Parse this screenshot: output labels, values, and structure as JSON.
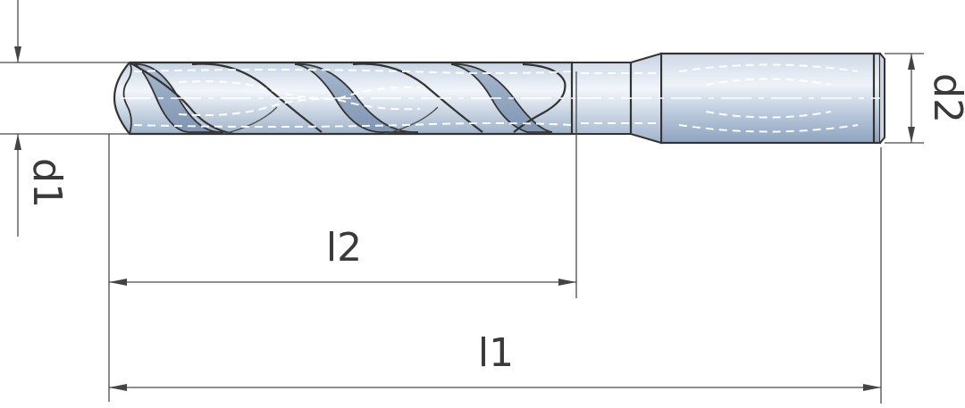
{
  "labels": {
    "d1": "d1",
    "d2": "d2",
    "l1": "l1",
    "l2": "l2"
  },
  "colors": {
    "metal_light": "#dfe7f1",
    "metal_mid": "#b9c8dc",
    "metal_dark": "#8ea3bf",
    "line": "#333333"
  }
}
